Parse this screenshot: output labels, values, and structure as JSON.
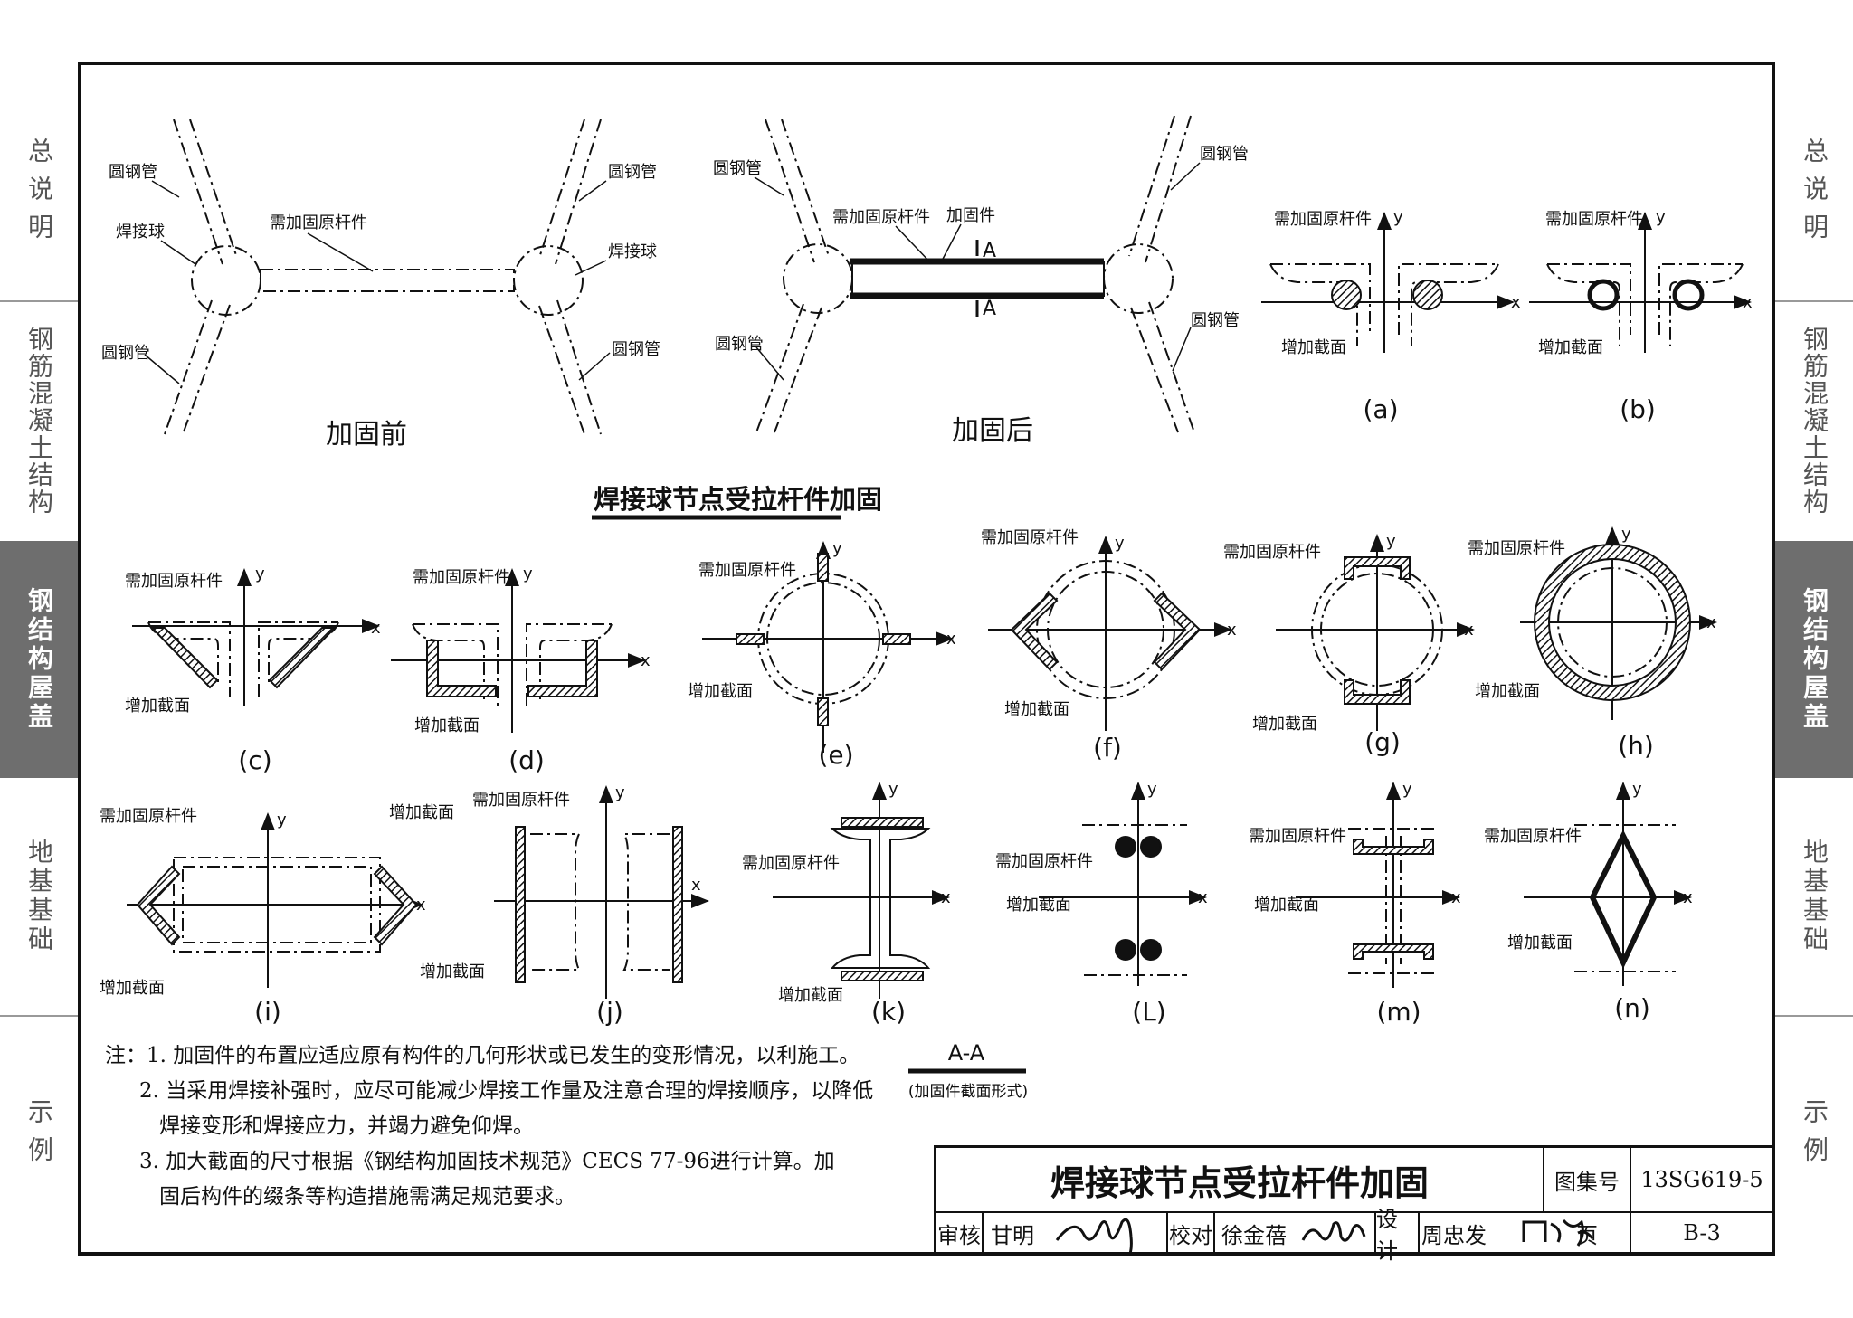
{
  "sidebar_left": [
    {
      "label": "总说明"
    },
    {
      "label": "钢筋混凝土结构"
    },
    {
      "label": "钢结构屋盖",
      "active": true
    },
    {
      "label": "地基基础"
    },
    {
      "label": "示例"
    }
  ],
  "sidebar_right": [
    {
      "label": "总说明"
    },
    {
      "label": "钢筋混凝土结构"
    },
    {
      "label": "钢结构屋盖",
      "active": true
    },
    {
      "label": "地基基础"
    },
    {
      "label": "示例"
    }
  ],
  "top": {
    "before_caption": "加固前",
    "after_caption": "加固后",
    "main_title": "焊接球节点受拉杆件加固",
    "label_pipe": "圆钢管",
    "label_ball": "焊接球",
    "label_member": "需加固原杆件",
    "label_reinforce": "加固件",
    "label_section_mark": "A"
  },
  "labels": {
    "member": "需加固原杆件",
    "added": "增加截面",
    "x": "x",
    "y": "y"
  },
  "details": [
    "(a)",
    "(b)",
    "(c)",
    "(d)",
    "(e)",
    "(f)",
    "(g)",
    "(h)",
    "(i)",
    "(j)",
    "(k)",
    "(L)",
    "(m)",
    "(n)"
  ],
  "section": {
    "title": "A-A",
    "subtitle": "(加固件截面形式)"
  },
  "notes": [
    "注：1. 加固件的布置应适应原有构件的几何形状或已发生的变形情况，以利施工。",
    "2. 当采用焊接补强时，应尽可能减少焊接工作量及注意合理的焊接顺序，以降低",
    "焊接变形和焊接应力，并竭力避免仰焊。",
    "3. 加大截面的尺寸根据《钢结构加固技术规范》CECS 77-96进行计算。加",
    "固后构件的缀条等构造措施需满足规范要求。"
  ],
  "titleblock": {
    "title": "焊接球节点受拉杆件加固",
    "atlas_label": "图集号",
    "atlas_no": "13SG619-5",
    "review_label": "审核",
    "reviewer": "甘明",
    "check_label": "校对",
    "checker": "徐金蓓",
    "design_label": "设计",
    "designer": "周忠发",
    "page_label": "页",
    "page_no": "B-3"
  }
}
